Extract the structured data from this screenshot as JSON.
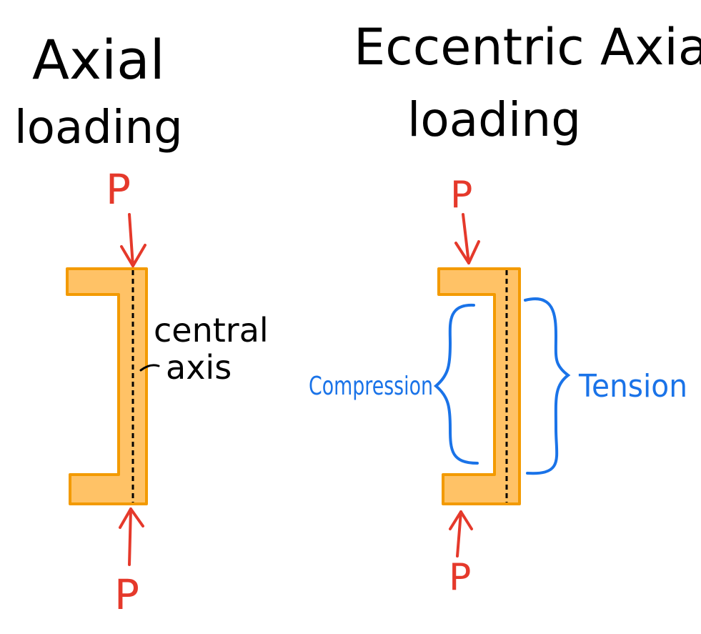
{
  "left": {
    "title_line1": "Axial",
    "title_line2": "loading",
    "load_top": "P",
    "load_bottom": "P",
    "axis_label_line1": "central",
    "axis_label_line2": "axis"
  },
  "right": {
    "title_line1": "Eccentric Axial",
    "title_line2": "loading",
    "load_top": "P",
    "load_bottom": "P",
    "compression_label": "Compression",
    "tension_label": "Tension"
  },
  "colors": {
    "member_fill": "#ffc266",
    "member_stroke": "#f39a00",
    "load": "#e5392b",
    "annotation": "#1a73e8",
    "ink": "#000000"
  }
}
